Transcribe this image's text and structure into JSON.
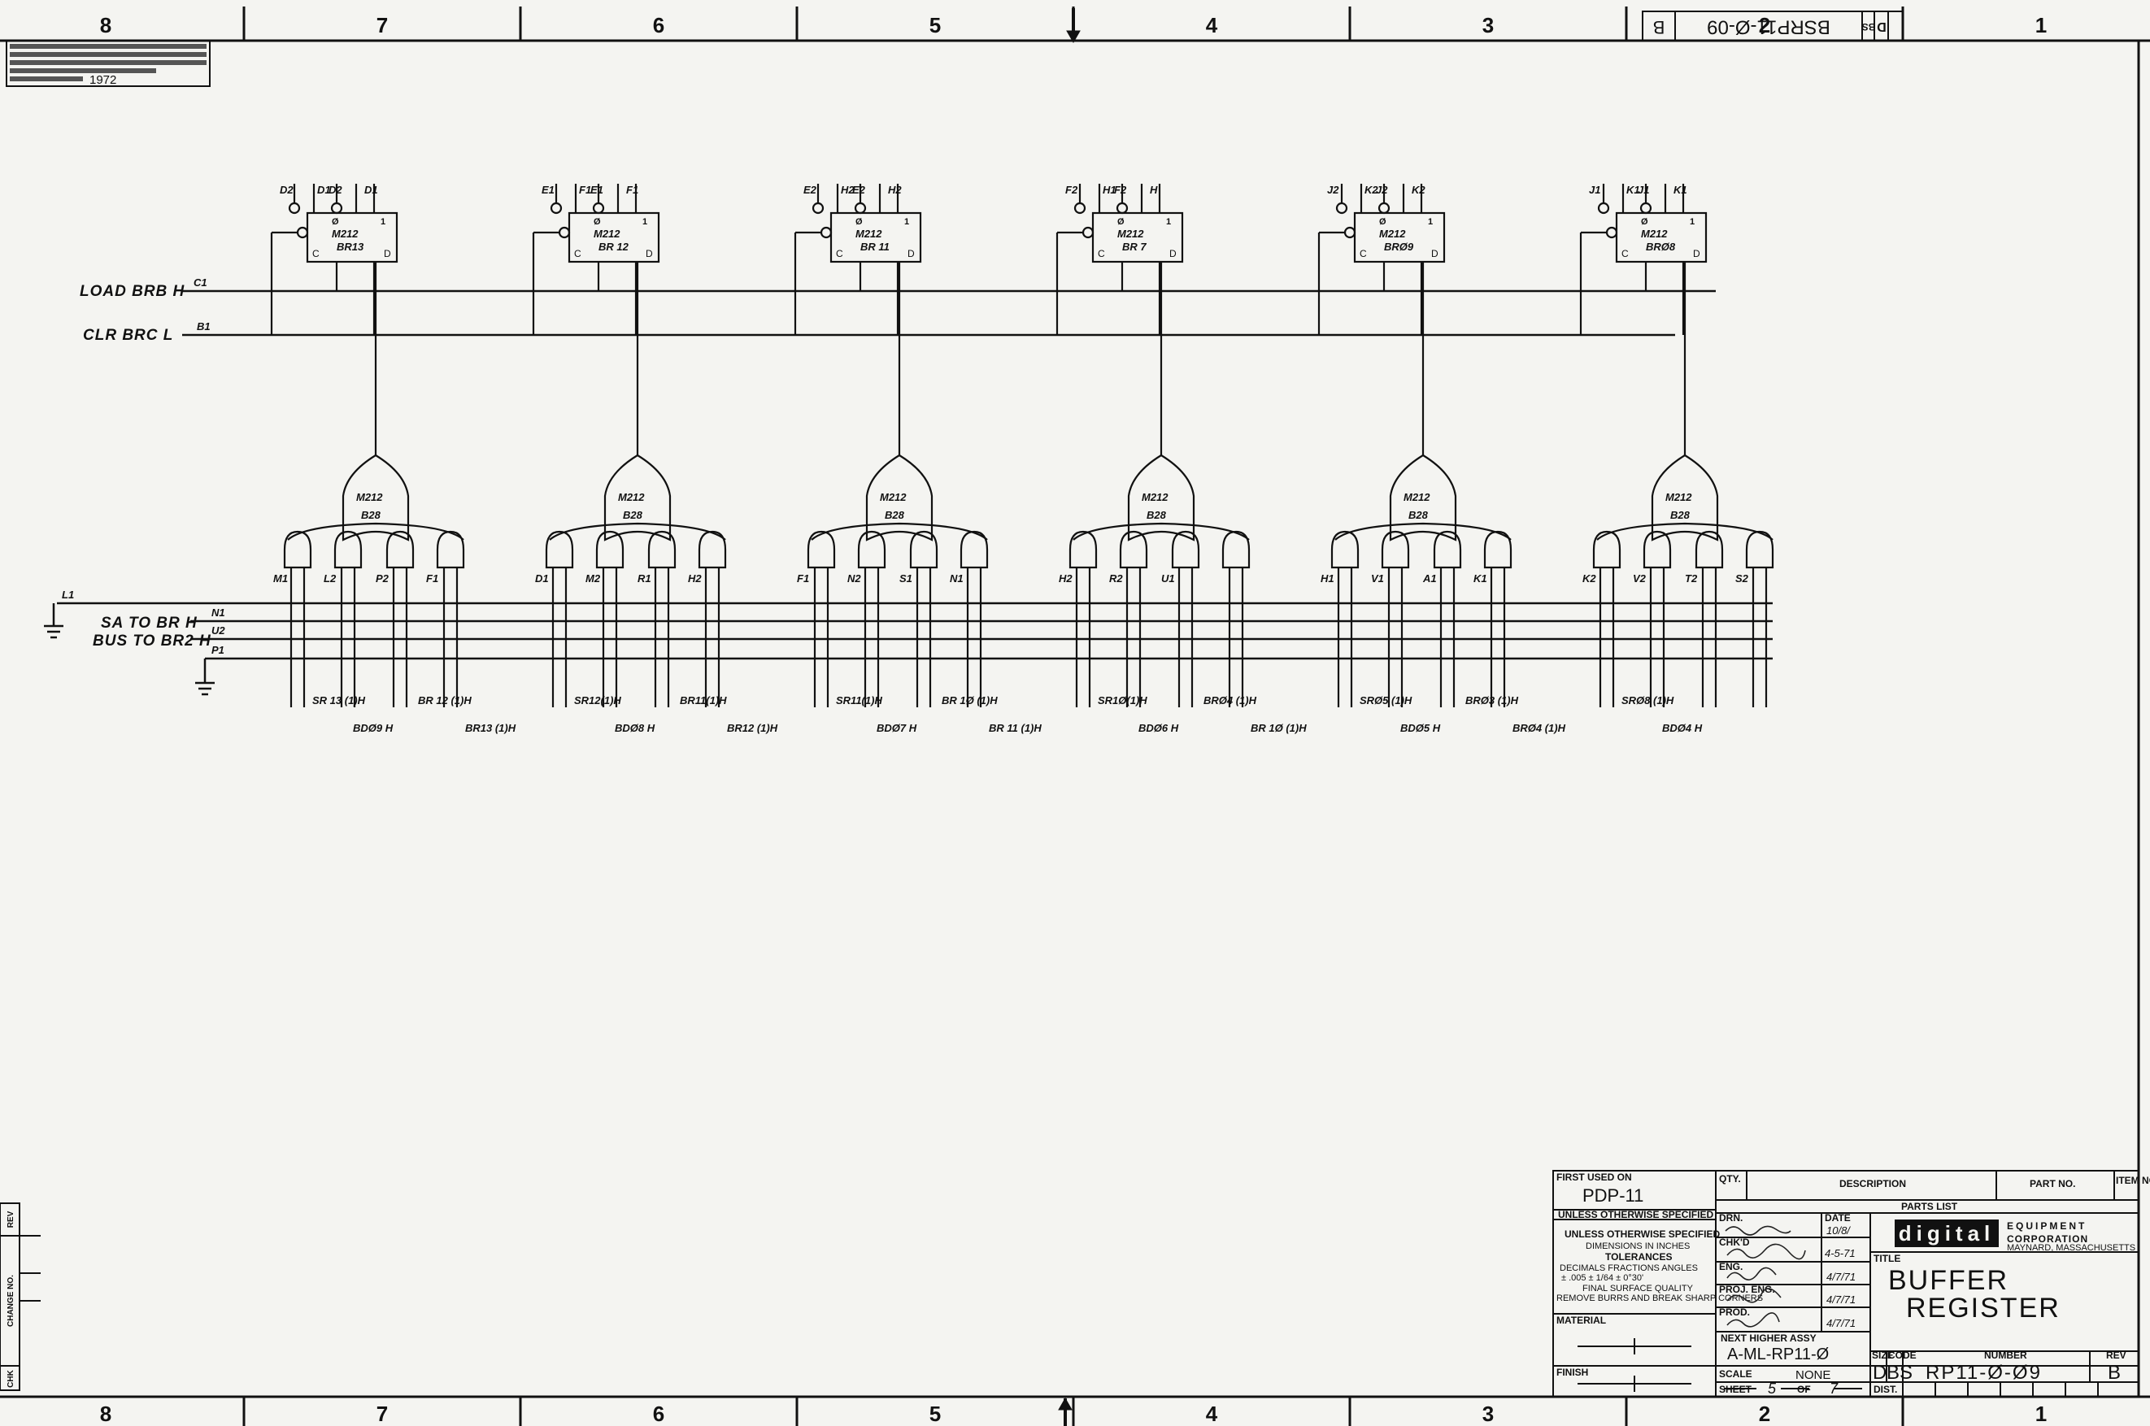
{
  "zones_top": [
    "8",
    "7",
    "6",
    "5",
    "4",
    "3",
    "2",
    "1"
  ],
  "zones_bottom": [
    "8",
    "7",
    "6",
    "5",
    "4",
    "3",
    "2",
    "1"
  ],
  "top_right_box": {
    "rev": "B",
    "number": "BSRP11-Ø-09",
    "size": "D",
    "code": "BS"
  },
  "copyright_year": "1972",
  "inputs": {
    "load": {
      "label": "LOAD BRB H",
      "pin": "C1"
    },
    "clr": {
      "label": "CLR BRC L",
      "pin": "B1"
    },
    "l1_pin": "L1",
    "sa_to_br": {
      "label": "SA TO BR H",
      "pin": "N1"
    },
    "bus_to_br2": {
      "label": "BUS TO BR2 H",
      "pin": "U2"
    },
    "p1_pin": "P1"
  },
  "stages": [
    {
      "ff_type": "M212",
      "ff_name": "BR13",
      "ff_pins": [
        "D2",
        "D1",
        "D2",
        "D1"
      ],
      "gate_type": "M212",
      "gate_name": "B28",
      "gate_inputs": [
        "M1",
        "L2",
        "P2",
        "F1"
      ],
      "sig_a": "SR 13 (1)H",
      "sig_b": "BR 12 (1)H",
      "sig_c": "",
      "out": "BDØ9 H"
    },
    {
      "ff_type": "M212",
      "ff_name": "BR 12",
      "ff_pins": [
        "E1",
        "F1",
        "E1",
        "F1"
      ],
      "gate_type": "M212",
      "gate_name": "B28",
      "gate_inputs": [
        "D1",
        "M2",
        "R1",
        "H2"
      ],
      "sig_a": "SR12(1)H",
      "sig_b": "BR11(1)H",
      "sig_c": "BR13 (1)H",
      "out": "BDØ8 H"
    },
    {
      "ff_type": "M212",
      "ff_name": "BR 11",
      "ff_pins": [
        "E2",
        "H2",
        "E2",
        "H2"
      ],
      "gate_type": "M212",
      "gate_name": "B28",
      "gate_inputs": [
        "F1",
        "N2",
        "S1",
        "N1"
      ],
      "sig_a": "SR11(1)H",
      "sig_b": "BR 1Ø (1)H",
      "sig_c": "BR12 (1)H",
      "out": "BDØ7 H"
    },
    {
      "ff_type": "M212",
      "ff_name": "BR 7",
      "ff_pins": [
        "F2",
        "H1",
        "F2",
        "H"
      ],
      "gate_type": "M212",
      "gate_name": "B28",
      "gate_inputs": [
        "H2",
        "R2",
        "U1",
        ""
      ],
      "sig_a": "SR1Ø(1)H",
      "sig_b": "BRØ4 (1)H",
      "sig_c": "BR 11 (1)H",
      "out": "BDØ6 H"
    },
    {
      "ff_type": "M212",
      "ff_name": "BRØ9",
      "ff_pins": [
        "J2",
        "K2",
        "J2",
        "K2"
      ],
      "gate_type": "M212",
      "gate_name": "B28",
      "gate_inputs": [
        "H1",
        "V1",
        "A1",
        "K1"
      ],
      "sig_a": "SRØ5 (1)H",
      "sig_b": "BRØ3 (1)H",
      "sig_c": "BR 1Ø (1)H",
      "out": "BDØ5 H"
    },
    {
      "ff_type": "M212",
      "ff_name": "BRØ8",
      "ff_pins": [
        "J1",
        "K1",
        "J1",
        "K1"
      ],
      "gate_type": "M212",
      "gate_name": "B28",
      "gate_inputs": [
        "K2",
        "V2",
        "T2",
        "S2"
      ],
      "sig_a": "SRØ8 (1)H",
      "sig_b": "",
      "sig_c": "BRØ4 (1)H",
      "out": "BDØ4 H"
    }
  ],
  "title_block": {
    "first_used_label": "FIRST USED ON",
    "first_used": "PDP-11",
    "qty": "QTY.",
    "description": "DESCRIPTION",
    "part_no": "PART NO.",
    "item_no": "ITEM NO.",
    "parts_list": "PARTS LIST",
    "unless_1": "UNLESS OTHERWISE SPECIFIED",
    "unless_2": "UNLESS OTHERWISE SPECIFIED",
    "dimensions": "DIMENSIONS IN INCHES",
    "tolerances": "TOLERANCES",
    "tol_head": "DECIMALS   FRACTIONS   ANGLES",
    "tol_vals": "± .005     ± 1/64     ± 0°30'",
    "finish_q": "FINAL SURFACE QUALITY",
    "burrs": "REMOVE BURRS AND BREAK SHARP CORNERS",
    "material": "MATERIAL",
    "finish": "FINISH",
    "drn": "DRN.",
    "chkd": "CHK'D",
    "eng": "ENG.",
    "proj_eng": "PROJ. ENG.",
    "prod": "PROD.",
    "date": "DATE",
    "dates": [
      "10/8/",
      "4-5-71",
      "4/7/71",
      "4/7/71",
      "4/7/71"
    ],
    "next_higher_label": "NEXT HIGHER ASSY",
    "next_higher": "A-ML-RP11-Ø",
    "company_logo": "digital",
    "company1": "EQUIPMENT",
    "company2": "CORPORATION",
    "company3": "MAYNARD, MASSACHUSETTS",
    "title_label": "TITLE",
    "title1": "BUFFER",
    "title2": "REGISTER",
    "size_label": "SIZE",
    "code_label": "CODE",
    "number_label": "NUMBER",
    "rev_label": "REV",
    "size": "D",
    "code": "BS",
    "number": "RP11-Ø-Ø9",
    "rev": "B",
    "scale_label": "SCALE",
    "scale": "NONE",
    "sheet_label": "SHEET",
    "sheet": "5",
    "of_label": "OF",
    "of": "7",
    "dist_label": "DIST."
  },
  "rev_strip": {
    "rev": "REV",
    "change_no": "CHANGE NO.",
    "chk": "CHK"
  }
}
